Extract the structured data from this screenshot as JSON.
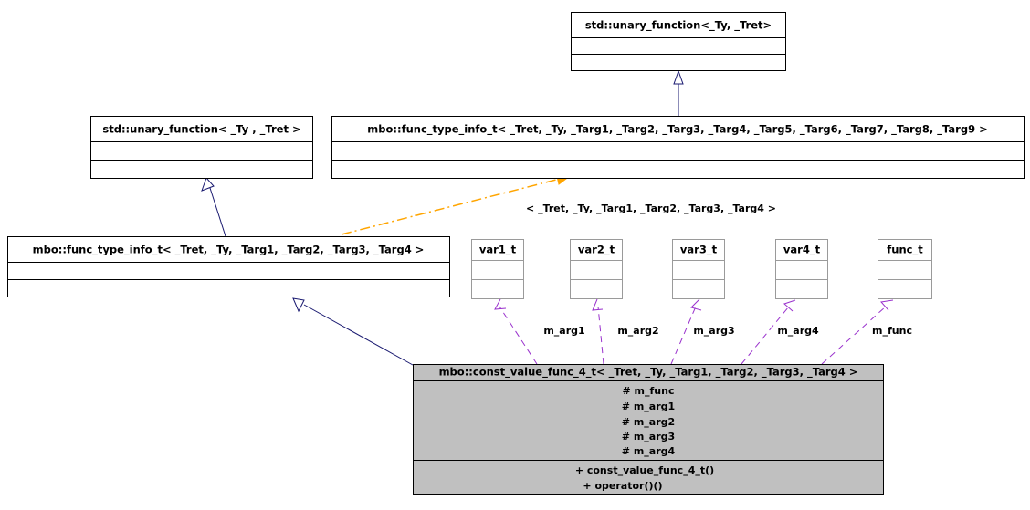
{
  "diagram": {
    "kind": "uml-class-inheritance-collaboration",
    "classes": {
      "std_unary_top": {
        "title": "std::unary_function<_Ty, _Tret>",
        "attributes": [],
        "methods": []
      },
      "std_unary_left": {
        "title": "std::unary_function< _Ty , _Tret >",
        "attributes": [],
        "methods": []
      },
      "func_type_info_9": {
        "title": "mbo::func_type_info_t< _Tret, _Ty, _Targ1, _Targ2, _Targ3, _Targ4, _Targ5, _Targ6, _Targ7, _Targ8, _Targ9 >",
        "attributes": [],
        "methods": []
      },
      "func_type_info_4": {
        "title": "mbo::func_type_info_t< _Tret, _Ty, _Targ1, _Targ2, _Targ3, _Targ4 >",
        "attributes": [],
        "methods": []
      },
      "var1_t": {
        "title": "var1_t",
        "attributes": [],
        "methods": []
      },
      "var2_t": {
        "title": "var2_t",
        "attributes": [],
        "methods": []
      },
      "var3_t": {
        "title": "var3_t",
        "attributes": [],
        "methods": []
      },
      "var4_t": {
        "title": "var4_t",
        "attributes": [],
        "methods": []
      },
      "func_t": {
        "title": "func_t",
        "attributes": [],
        "methods": []
      },
      "const_value_func_4_t": {
        "title": "mbo::const_value_func_4_t< _Tret, _Ty, _Targ1, _Targ2, _Targ3, _Targ4 >",
        "attributes": [
          "# m_func",
          "# m_arg1",
          "# m_arg2",
          "# m_arg3",
          "# m_arg4"
        ],
        "methods": [
          "+ const_value_func_4_t()",
          "+ operator()()"
        ]
      }
    },
    "edge_labels": {
      "template_binding": "< _Tret, _Ty, _Targ1, _Targ2, _Targ3, _Targ4 >",
      "m_arg1": "m_arg1",
      "m_arg2": "m_arg2",
      "m_arg3": "m_arg3",
      "m_arg4": "m_arg4",
      "m_func": "m_func"
    },
    "colors": {
      "background": "#ffffff",
      "box_stroke": "#000000",
      "box_fill": "#ffffff",
      "highlight_fill": "#c0c0c0",
      "light_stroke": "#9a9a9a",
      "inheritance": "#191970",
      "usage": "#9a32cd",
      "template_binding": "#ffa500"
    }
  }
}
